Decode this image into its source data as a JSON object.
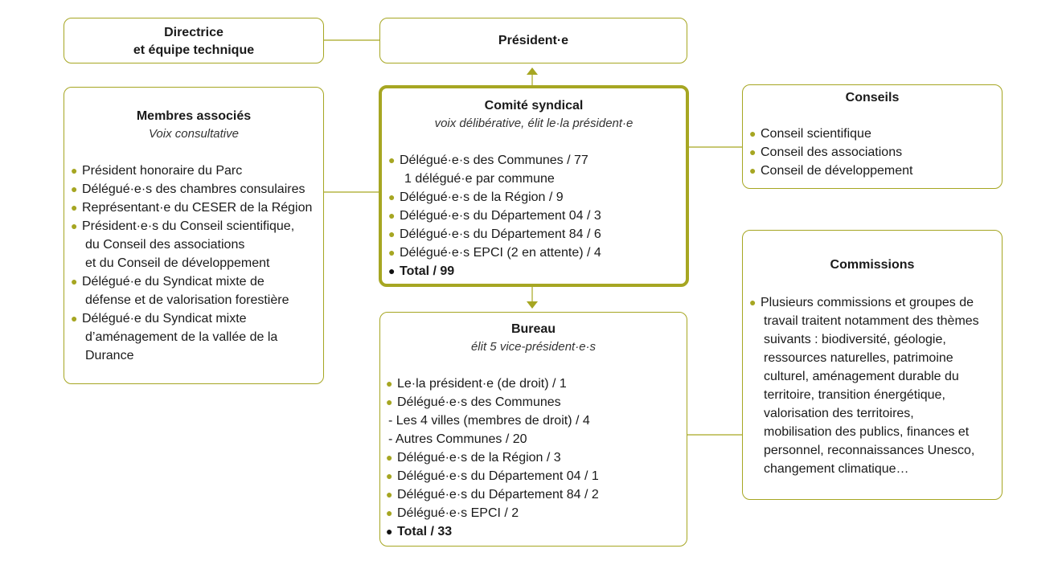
{
  "directrice": {
    "line1": "Directrice",
    "line2": "et équipe technique"
  },
  "president": {
    "title": "Président·e"
  },
  "membres": {
    "title": "Membres associés",
    "subtitle": "Voix consultative",
    "items": [
      "Président honoraire du Parc",
      "Délégué·e·s des chambres consulaires",
      "Représentant·e du CESER de la Région",
      "Président·e·s du Conseil scientifique,",
      "du Conseil des associations",
      "et du Conseil de développement",
      "Délégué·e du Syndicat mixte de",
      "défense et de valorisation forestière",
      "Délégué·e du Syndicat mixte",
      "d’aménagement de la vallée de la",
      "Durance"
    ]
  },
  "comite": {
    "title": "Comité syndical",
    "subtitle": "voix délibérative, élit le·la président·e",
    "items": [
      "Délégué·e·s des Communes / 77",
      "1 délégué·e par commune",
      "Délégué·e·s de la Région / 9",
      "Délégué·e·s du Département 04 / 3",
      "Délégué·e·s du Département 84 / 6",
      "Délégué·e·s EPCI (2  en attente) / 4",
      "Total / 99"
    ]
  },
  "conseils": {
    "title": "Conseils",
    "items": [
      "Conseil scientifique",
      "Conseil des associations",
      "Conseil de développement"
    ]
  },
  "bureau": {
    "title": "Bureau",
    "subtitle": "élit 5 vice-président·e·s",
    "items": [
      "Le·la président·e (de droit) / 1",
      "Délégué·e·s des Communes",
      "- Les 4 villes (membres de droit) / 4",
      "- Autres Communes / 20",
      "Délégué·e·s de la Région / 3",
      "Délégué·e·s du Département 04 / 1",
      "Délégué·e·s du Département 84 / 2",
      "Délégué·e·s EPCI / 2",
      "Total / 33"
    ]
  },
  "commissions": {
    "title": "Commissions",
    "items": [
      "Plusieurs commissions et groupes de",
      "travail traitent notamment des thèmes",
      "suivants : biodiversité, géologie,",
      "ressources naturelles, patrimoine",
      "culturel, aménagement durable du",
      "territoire, transition énergétique,",
      "valorisation des territoires,",
      "mobilisation des publics, finances et",
      "personnel, reconnaissances Unesco,",
      "changement climatique…"
    ]
  },
  "colors": {
    "accent": "#a6a622",
    "text": "#1a1a1a"
  }
}
